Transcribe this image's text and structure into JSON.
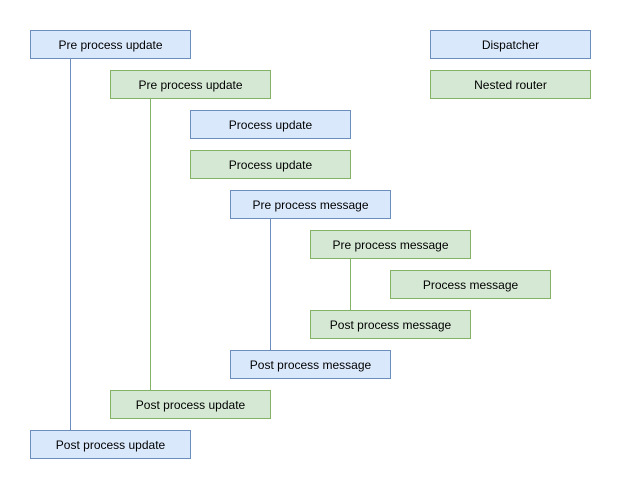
{
  "palette": {
    "background": "#ffffff",
    "text": "#000000",
    "blue-fill": "#dae8fc",
    "blue-stroke": "#6c8ebf",
    "green-fill": "#d5e8d4",
    "green-stroke": "#82b366"
  },
  "diagram": {
    "nodes": [
      {
        "label": "Pre process update",
        "color": "blue"
      },
      {
        "label": "Pre process update",
        "color": "green"
      },
      {
        "label": "Process update",
        "color": "blue"
      },
      {
        "label": "Process update",
        "color": "green"
      },
      {
        "label": "Pre process message",
        "color": "blue"
      },
      {
        "label": "Pre process message",
        "color": "green"
      },
      {
        "label": "Process message",
        "color": "green"
      },
      {
        "label": "Post process message",
        "color": "green"
      },
      {
        "label": "Post process message",
        "color": "blue"
      },
      {
        "label": "Post process update",
        "color": "green"
      },
      {
        "label": "Post process update",
        "color": "blue"
      },
      {
        "label": "Dispatcher",
        "color": "blue"
      },
      {
        "label": "Nested router",
        "color": "green"
      }
    ],
    "connectors": [
      {
        "name": "dispatcher-update-scope",
        "color": "blue"
      },
      {
        "name": "router-update-scope",
        "color": "green"
      },
      {
        "name": "dispatcher-message-scope",
        "color": "blue"
      },
      {
        "name": "router-message-scope",
        "color": "green"
      }
    ]
  }
}
